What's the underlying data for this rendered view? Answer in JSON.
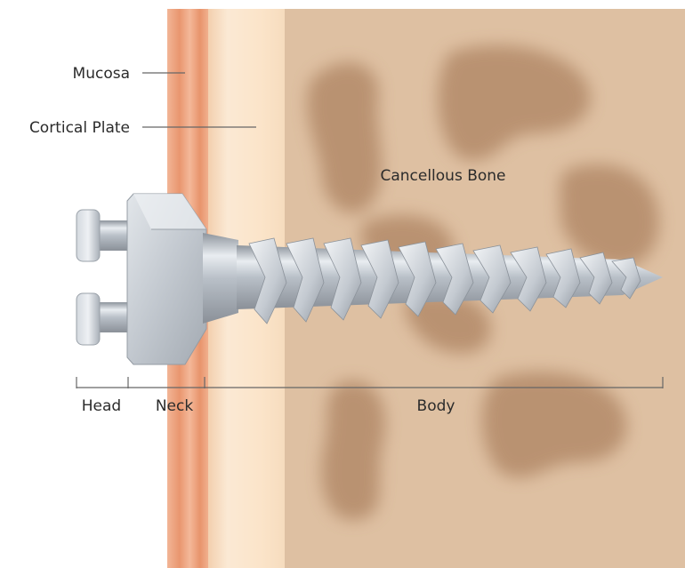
{
  "labels": {
    "mucosa": "Mucosa",
    "cortical_plate": "Cortical Plate",
    "cancellous_bone": "Cancellous Bone",
    "head": "Head",
    "neck": "Neck",
    "body": "Body"
  },
  "colors": {
    "mucosa": "#eba07f",
    "cortical_plate": "#f7dcc0",
    "cancellous_bone": "#dec0a2",
    "trabeculae": "#b99170",
    "screw": "#c9cfd6",
    "leader_line": "#666666"
  }
}
